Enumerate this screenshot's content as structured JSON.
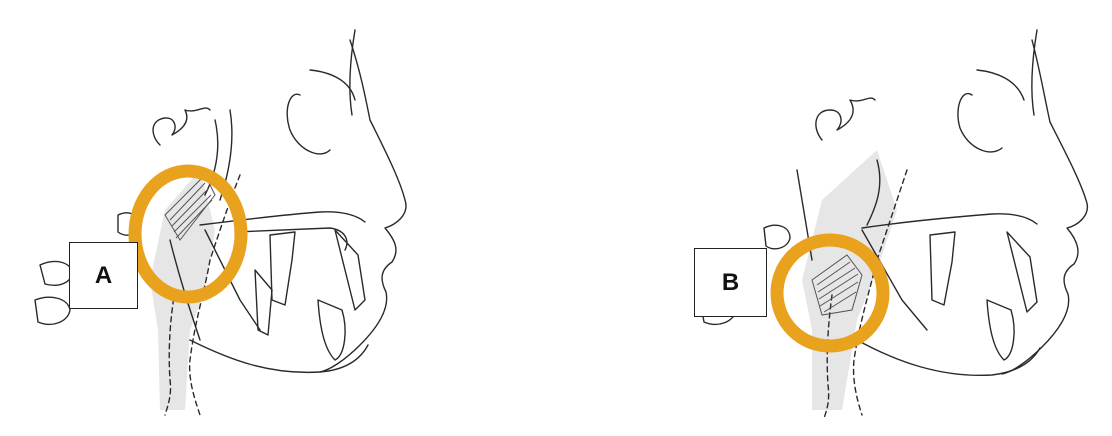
{
  "figure": {
    "panels": [
      {
        "id": "a",
        "label": "A"
      },
      {
        "id": "b",
        "label": "B"
      }
    ],
    "colors": {
      "highlight_ring": "#E8A21E",
      "airway_shading": "#E6E6E6",
      "line": "#2a2a2a"
    }
  }
}
